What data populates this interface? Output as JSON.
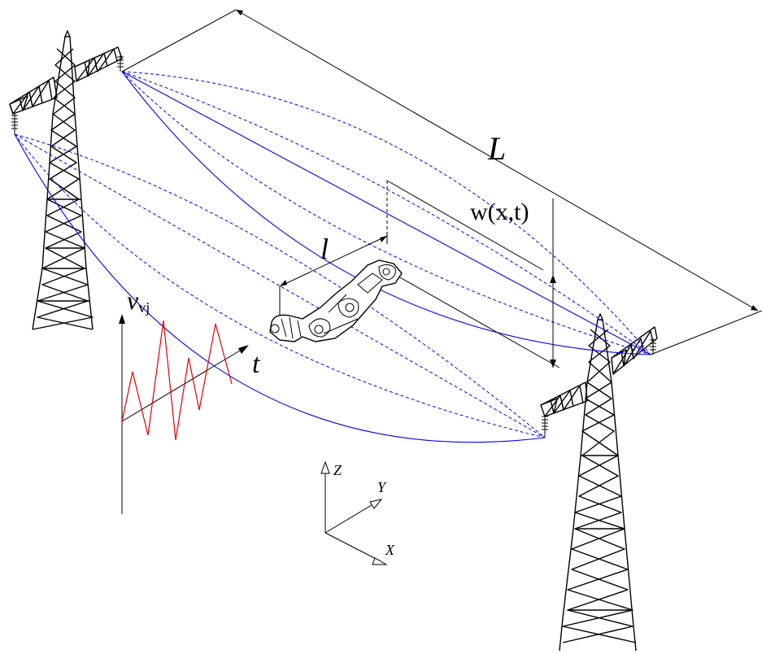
{
  "labels": {
    "span_length": "L",
    "deflection": "w(x,t)",
    "robot_length": "l",
    "velocity_symbol": "v",
    "velocity_subscript": "vj",
    "time_axis": "t",
    "axis_z": "Z",
    "axis_y": "Y",
    "axis_x": "X"
  },
  "colors": {
    "conductor": "#0000ff",
    "excitation_signal": "#e00000",
    "structure": "#000000"
  },
  "icons": {
    "tower": "lattice-transmission-tower",
    "robot": "line-inspection-robot",
    "insulator": "insulator-string"
  }
}
